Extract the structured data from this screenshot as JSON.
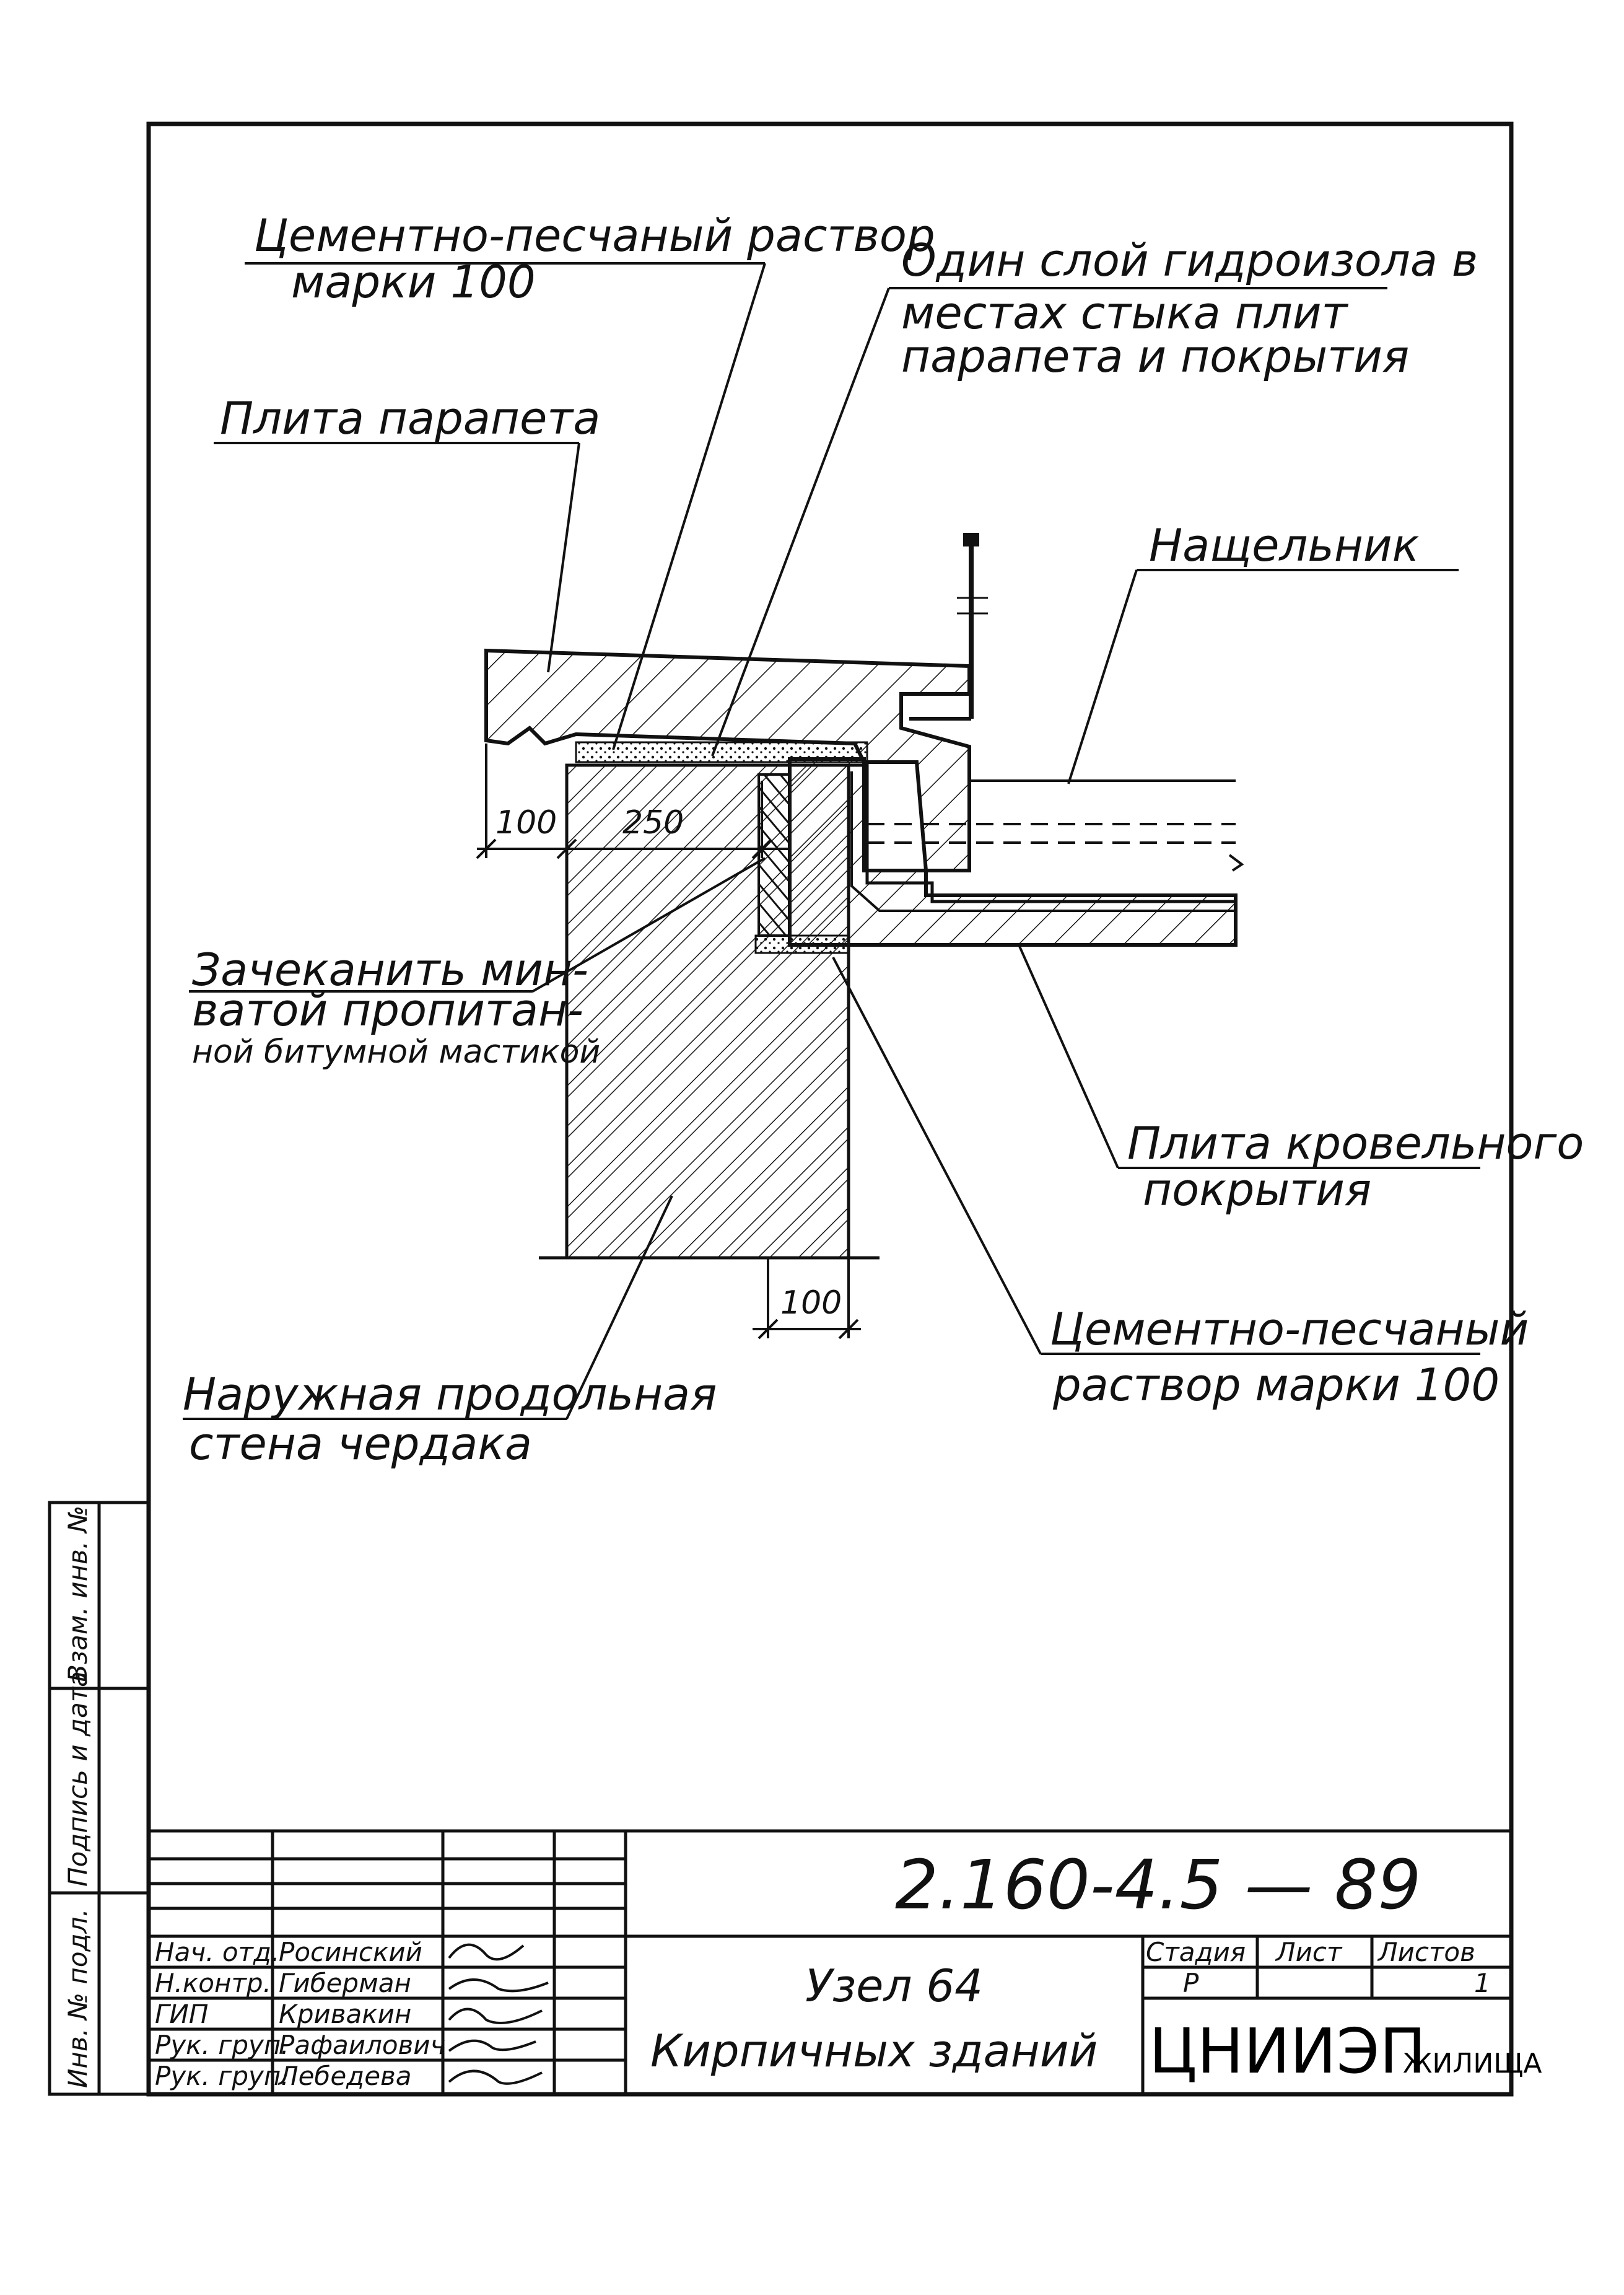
{
  "drawing": {
    "labels": {
      "cement_top_1": "Цементно-песчаный раствор",
      "cement_top_2": "марки 100",
      "hydro_1": "Один слой гидроизола в",
      "hydro_2": "местах стыка плит",
      "hydro_3": "парапета и покрытия",
      "parapet_slab": "Плита парапета",
      "flashing": "Нащельник",
      "caulk_1": "Зачеканить мин-",
      "caulk_2": "ватой пропитан-",
      "caulk_3": "ной битумной мастикой",
      "roof_slab_1": "Плита кровельного",
      "roof_slab_2": "покрытия",
      "cement_bottom_1": "Цементно-песчаный",
      "cement_bottom_2": "раствор марки 100",
      "wall_1": "Наружная продольная",
      "wall_2": "стена чердака"
    },
    "dimensions": {
      "d1": "100",
      "d2": "250",
      "d3": "100"
    }
  },
  "side_stamp": {
    "col1": "Инв. № подл.",
    "col2": "Подпись и дата",
    "col3": "Взам. инв. №"
  },
  "title_block": {
    "code": "2.160-4.5 — 89",
    "title_1": "Узел 64",
    "title_2": "Кирпичных зданий",
    "stage_header": "Стадия",
    "sheet_header": "Лист",
    "sheets_header": "Листов",
    "stage_value": "Р",
    "sheets_value": "1",
    "org_big": "ЦНИИЭП",
    "org_small": "ЖИЛИЩА",
    "people": [
      {
        "role": "Нач. отд.",
        "name": "Росинский"
      },
      {
        "role": "Н.контр.",
        "name": "Гиберман"
      },
      {
        "role": "ГИП",
        "name": "Кривакин"
      },
      {
        "role": "Рук. груп.",
        "name": "Рафаилович"
      },
      {
        "role": "Рук. груп.",
        "name": "Лебедева"
      }
    ]
  }
}
